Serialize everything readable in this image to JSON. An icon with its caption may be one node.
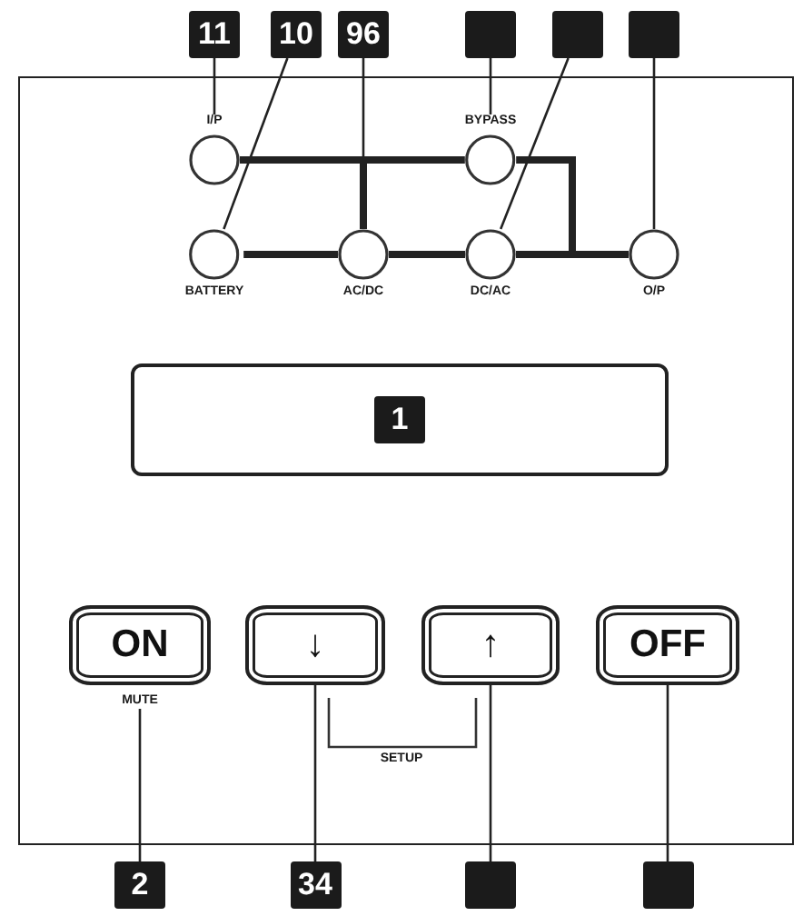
{
  "diagram": {
    "nodes": [
      {
        "text": [
          "11"
        ]
      },
      {
        "text": [
          "10"
        ]
      },
      {
        "text": [
          "96"
        ]
      },
      {
        "text": [],
        "shape": "box"
      },
      {
        "text": [],
        "shape": "box"
      },
      {
        "text": [],
        "shape": "box"
      },
      {
        "text": [
          "I/P"
        ]
      },
      {
        "text": [
          "BYPASS"
        ]
      },
      {
        "text": [
          "BATTERY"
        ]
      },
      {
        "text": [
          "AC/DC"
        ]
      },
      {
        "text": [
          "DC/AC"
        ]
      },
      {
        "text": [
          "O/P"
        ]
      },
      {
        "text": [],
        "shape": "box"
      },
      {
        "text": [
          "1"
        ],
        "in": 12
      },
      {
        "text": [
          "ON"
        ],
        "beside": [
          "MUTE"
        ]
      },
      {
        "text": [
          "↓"
        ]
      },
      {
        "text": [
          "↑"
        ]
      },
      {
        "text": [
          "OFF"
        ]
      },
      {
        "text": [
          "2"
        ]
      },
      {
        "text": [
          "34"
        ]
      },
      {
        "text": [],
        "shape": "box"
      },
      {
        "text": [],
        "shape": "box"
      }
    ],
    "edges": [
      {
        "from": 0,
        "to": 6,
        "arrow": "none"
      },
      {
        "from": 1,
        "to": 8,
        "arrow": "none"
      },
      {
        "from": 2,
        "to": 9,
        "arrow": "none"
      },
      {
        "from": 3,
        "to": 7,
        "arrow": "none"
      },
      {
        "from": 4,
        "to": 10,
        "arrow": "none"
      },
      {
        "from": 5,
        "to": 11,
        "arrow": "none"
      },
      {
        "from": 6,
        "to": 7,
        "arrow": "none",
        "style": "thick"
      },
      {
        "from": 6,
        "to": 9,
        "arrow": "none",
        "style": "thick"
      },
      {
        "from": 8,
        "to": 9,
        "arrow": "none",
        "style": "thick"
      },
      {
        "from": 9,
        "to": 10,
        "arrow": "none",
        "style": "thick"
      },
      {
        "from": 10,
        "to": 11,
        "arrow": "none",
        "style": "thick"
      },
      {
        "from": 7,
        "to": 11,
        "arrow": "none",
        "style": "thick"
      },
      {
        "from": 18,
        "to": 14,
        "arrow": "none"
      },
      {
        "from": 19,
        "to": 15,
        "arrow": "none"
      },
      {
        "from": 20,
        "to": 16,
        "arrow": "none"
      },
      {
        "from": 21,
        "to": 17,
        "arrow": "none"
      }
    ],
    "labels": [
      "SETUP"
    ]
  }
}
